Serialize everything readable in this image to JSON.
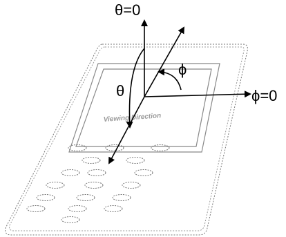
{
  "labels": {
    "theta_zero": "θ=0",
    "phi_zero": "ϕ=0",
    "theta": "θ",
    "phi": "ϕ",
    "viewing_direction": "Viewing Direction"
  },
  "keypad": {
    "key_count": 18
  }
}
